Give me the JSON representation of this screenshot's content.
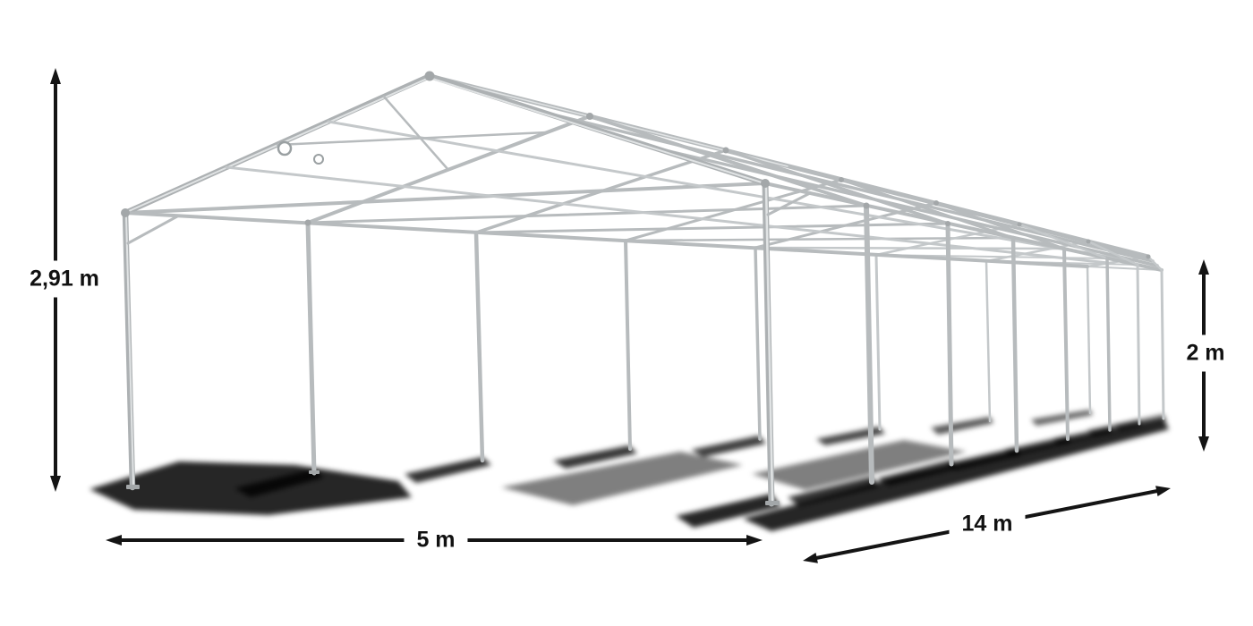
{
  "diagram": {
    "name": "tent-frame-dimension-diagram",
    "frame_color": "#b7bbbd",
    "shadow_color": "#050505",
    "arrow_color": "#141414",
    "background_color": "#ffffff",
    "labels": {
      "ridge_height": "2,91 m",
      "eave_height": "2 m",
      "width": "5 m",
      "length": "14 m"
    }
  }
}
